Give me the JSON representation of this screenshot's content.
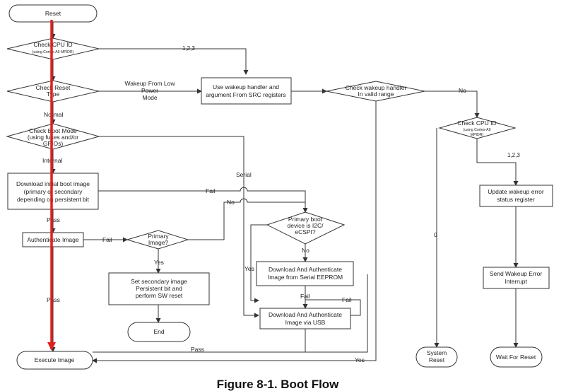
{
  "figure": {
    "caption": "Figure 8-1. Boot Flow"
  },
  "nodes": {
    "reset": "Reset",
    "check_cpu_id": {
      "line1": "Check CPU ID",
      "line2": "(using Cortex-A9 MPIDR)"
    },
    "check_reset_type": {
      "line1": "Check Reset",
      "line2": "Type"
    },
    "check_boot_mode": {
      "line1": "Check Boot Mode",
      "line2": "(using fuses and/or",
      "line3": "GPIOs)"
    },
    "download_initial": {
      "line1": "Download initial boot image",
      "line2": "(primary or secondary",
      "line3": "depending on persistent bit"
    },
    "authenticate_image": "Authenticate Image",
    "primary_image": {
      "line1": "Primary",
      "line2": "Image?"
    },
    "set_secondary": {
      "line1": "Set secondary image",
      "line2": "Persistent bit and",
      "line3": "perform SW reset"
    },
    "end": "End",
    "execute_image": "Execute Image",
    "use_wakeup_handler": {
      "line1": "Use wakeup handler and",
      "line2": "argument From SRC registers"
    },
    "check_wakeup_handler": {
      "line1": "Check wakeup handler",
      "line2": "In valid range"
    },
    "primary_boot_device": {
      "line1": "Primary boot",
      "line2": "device is I2C/",
      "line3": "eCSPI?"
    },
    "download_serial_eeprom": {
      "line1": "Download And Authenticate",
      "line2": "Image from Serial EEPROM"
    },
    "download_usb": {
      "line1": "Download And Authenticate",
      "line2": "Image via USB"
    },
    "check_cpu_id_2": {
      "line1": "Check CPU ID",
      "line2": "(using Cortex-A9",
      "line3": "MPIDR)"
    },
    "update_wakeup_error": {
      "line1": "Update wakeup error",
      "line2": "status register"
    },
    "send_wakeup_error": {
      "line1": "Send Wakeup Error",
      "line2": "Interrupt"
    },
    "system_reset": {
      "line1": "System",
      "line2": "Reset"
    },
    "wait_for_reset": "Wait For Reset"
  },
  "edge_labels": {
    "cpu_123": "1,2,3",
    "wakeup_low_power": {
      "line1": "Wakeup From Low",
      "line2": "Power",
      "line3": "Mode"
    },
    "normal": "Normal",
    "internal": "Internal",
    "serial": "Serial",
    "fail_download": "Fail",
    "no_primary": "No",
    "pass_download": "Pass",
    "fail_authenticate": "Fail",
    "yes_primary": "Yes",
    "pass_left": "Pass",
    "no_wakeup": "No",
    "no_boot_device": "No",
    "yes_boot_device": "Yes",
    "fail_eeprom": "Fail",
    "fail_usb": "Fail",
    "pass_bottom": "Pass",
    "yes_bottom": "Yes",
    "cpu2_123": "1,2,3",
    "cpu2_0": "0"
  },
  "annotation": {
    "color": "#e0201c"
  }
}
